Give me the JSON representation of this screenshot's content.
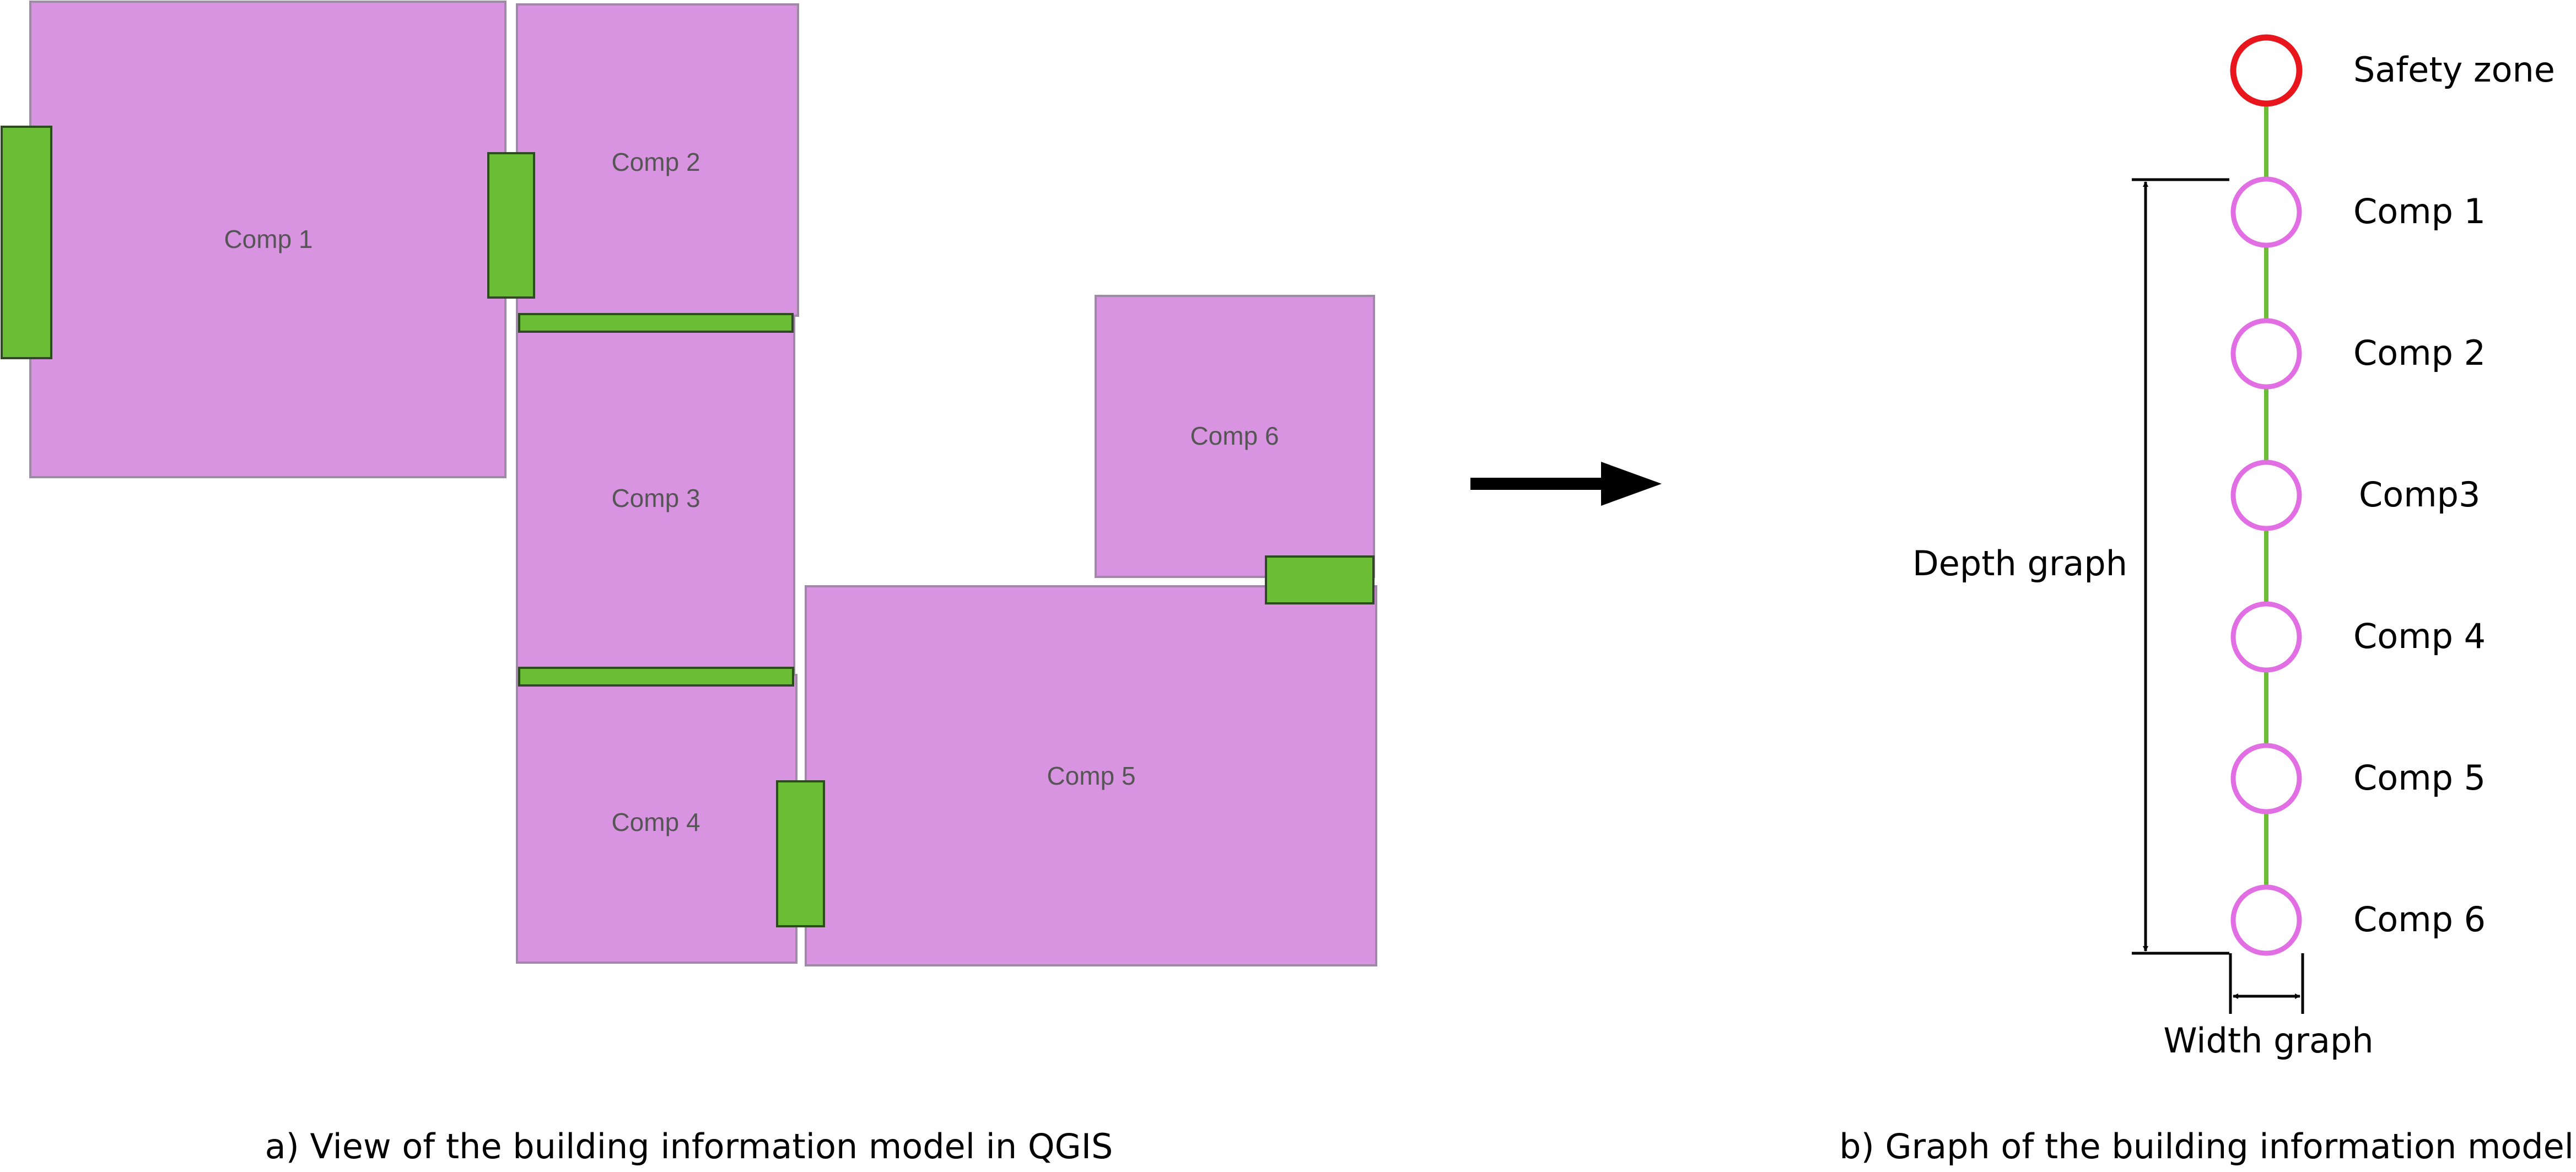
{
  "colors": {
    "room_fill": "#d894e0",
    "room_stroke": "#9e8aa6",
    "door_fill": "#6abd34",
    "door_stroke": "#2f4a22",
    "node_stroke": "#e26ee4",
    "safety_node_stroke": "#e8161c",
    "edge": "#6abd34"
  },
  "model": {
    "rooms": [
      {
        "id": "comp1",
        "label": "Comp 1"
      },
      {
        "id": "comp2",
        "label": "Comp 2"
      },
      {
        "id": "comp3",
        "label": "Comp 3"
      },
      {
        "id": "comp4",
        "label": "Comp 4"
      },
      {
        "id": "comp5",
        "label": "Comp 5"
      },
      {
        "id": "comp6",
        "label": "Comp 6"
      }
    ]
  },
  "graph": {
    "nodes": [
      {
        "label": "Safety zone",
        "kind": "safety"
      },
      {
        "label": "Comp 1",
        "kind": "room"
      },
      {
        "label": "Comp 2",
        "kind": "room"
      },
      {
        "label": "Comp3",
        "kind": "room"
      },
      {
        "label": "Comp 4",
        "kind": "room"
      },
      {
        "label": "Comp 5",
        "kind": "room"
      },
      {
        "label": "Comp 6",
        "kind": "room"
      }
    ],
    "depth_label": "Depth graph",
    "width_label": "Width graph"
  },
  "captions": {
    "left": "a) View of the building information model in QGIS",
    "right": "b) Graph of the building information model"
  }
}
